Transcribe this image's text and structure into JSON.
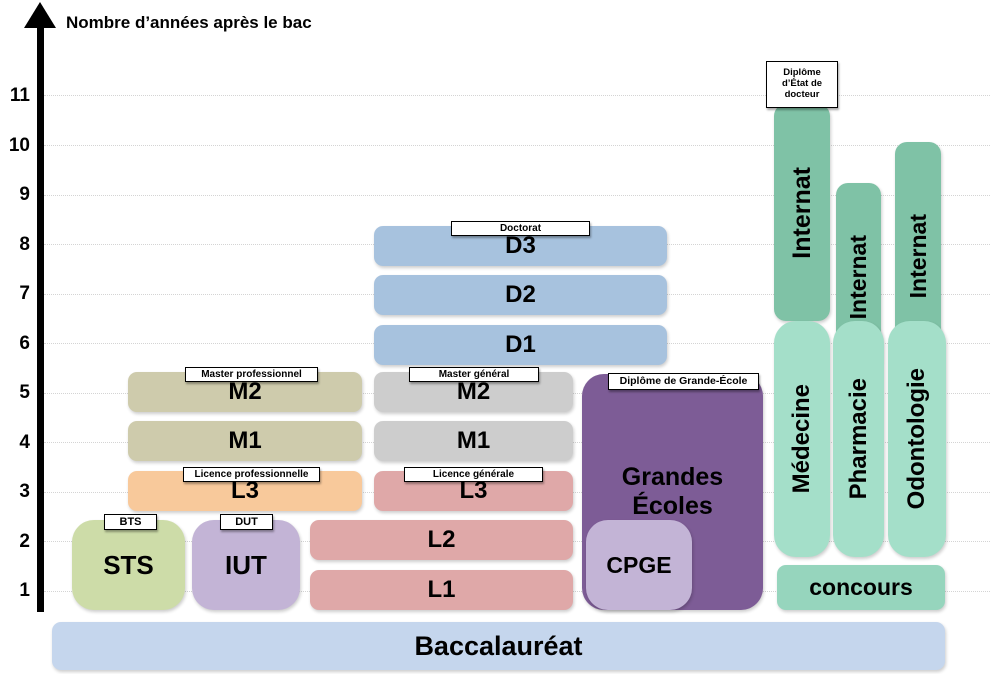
{
  "chart_data": {
    "type": "diagram",
    "title": "Nombre d’années après le bac",
    "ylabel": "Nombre d’années après le bac",
    "ytick_labels": [
      "11",
      "10",
      "9",
      "8",
      "7",
      "6",
      "5",
      "4",
      "3",
      "2",
      "1"
    ],
    "ylim": [
      0,
      11.6
    ],
    "grid": true,
    "legend": "none",
    "base": {
      "label": "Baccalauréat",
      "color": "#C5D6ED",
      "years": 0
    },
    "tracks": [
      {
        "name": "STS",
        "callout": "BTS",
        "boxes": [
          {
            "label": "STS",
            "color": "#CDDCA8",
            "from": 0,
            "to": 2
          }
        ]
      },
      {
        "name": "IUT",
        "callout": "DUT",
        "boxes": [
          {
            "label": "IUT",
            "color": "#C3B4D6",
            "from": 0,
            "to": 2
          }
        ]
      },
      {
        "name": "Licence professionnelle",
        "callout": "Licence professionnelle",
        "boxes": [
          {
            "label": "L3",
            "color": "#F8C99B",
            "from": 2,
            "to": 3
          }
        ]
      },
      {
        "name": "Master professionnel",
        "callout": "Master professionnel",
        "boxes": [
          {
            "label": "M1",
            "color": "#CECBAC",
            "from": 3,
            "to": 4
          },
          {
            "label": "M2",
            "color": "#CECBAC",
            "from": 4,
            "to": 5
          }
        ]
      },
      {
        "name": "Licence générale",
        "callout": "Licence générale",
        "boxes": [
          {
            "label": "L1",
            "color": "#DFA8A8",
            "from": 0,
            "to": 1
          },
          {
            "label": "L2",
            "color": "#DFA8A8",
            "from": 1,
            "to": 2
          },
          {
            "label": "L3",
            "color": "#DFA8A8",
            "from": 2,
            "to": 3
          }
        ]
      },
      {
        "name": "Master général",
        "callout": "Master général",
        "boxes": [
          {
            "label": "M1",
            "color": "#CDCDCD",
            "from": 3,
            "to": 4
          },
          {
            "label": "M2",
            "color": "#CDCDCD",
            "from": 4,
            "to": 5
          }
        ]
      },
      {
        "name": "Doctorat",
        "callout": "Doctorat",
        "boxes": [
          {
            "label": "D1",
            "color": "#A7C2DE",
            "from": 5,
            "to": 6
          },
          {
            "label": "D2",
            "color": "#A7C2DE",
            "from": 6,
            "to": 7
          },
          {
            "label": "D3",
            "color": "#A7C2DE",
            "from": 7,
            "to": 8
          }
        ]
      },
      {
        "name": "Grandes Écoles",
        "callout": "Diplôme de Grande-École",
        "boxes": [
          {
            "label": "Grandes Écoles",
            "color": "#7D5C96",
            "from": 0,
            "to": 5
          },
          {
            "label": "CPGE",
            "color": "#C3B4D6",
            "from": 0,
            "to": 2
          }
        ]
      },
      {
        "name": "Médecine",
        "callout": "Diplôme d’État de docteur",
        "boxes": [
          {
            "label": "concours",
            "color": "#96D5BD",
            "from": 0,
            "to": 1
          },
          {
            "label": "Médecine",
            "color": "#A4DFC9",
            "from": 1,
            "to": 6
          },
          {
            "label": "Internat",
            "color": "#7FC2A6",
            "from": 6,
            "to": 11.5
          }
        ]
      },
      {
        "name": "Pharmacie",
        "callout": "",
        "boxes": [
          {
            "label": "Pharmacie",
            "color": "#A4DFC9",
            "from": 1,
            "to": 6
          },
          {
            "label": "Internat",
            "color": "#7FC2A6",
            "from": 6,
            "to": 9
          }
        ]
      },
      {
        "name": "Odontologie",
        "callout": "",
        "boxes": [
          {
            "label": "Odontologie",
            "color": "#A4DFC9",
            "from": 1,
            "to": 6
          },
          {
            "label": "Internat",
            "color": "#7FC2A6",
            "from": 6,
            "to": 10
          }
        ]
      }
    ]
  },
  "axis": {
    "title": "Nombre d’années après le bac",
    "ticks": [
      "11",
      "10",
      "9",
      "8",
      "7",
      "6",
      "5",
      "4",
      "3",
      "2",
      "1"
    ]
  },
  "callouts": {
    "doctorat": "Doctorat",
    "master_pro": "Master professionnel",
    "master_gen": "Master général",
    "licence_pro": "Licence professionnelle",
    "licence_gen": "Licence générale",
    "bts": "BTS",
    "dut": "DUT",
    "grande_ecole": "Diplôme de Grande-École",
    "docteur": "Diplôme d’État de docteur"
  },
  "boxes": {
    "d3": "D3",
    "d2": "D2",
    "d1": "D1",
    "m2_pro": "M2",
    "m1_pro": "M1",
    "l3_pro": "L3",
    "m2_gen": "M2",
    "m1_gen": "M1",
    "l3_gen": "L3",
    "l2": "L2",
    "l1": "L1",
    "sts": "STS",
    "iut": "IUT",
    "grandes_ecoles": "Grandes",
    "grandes_ecoles2": "Écoles",
    "cpge": "CPGE",
    "internat_med": "Internat",
    "internat_pharma": "Internat",
    "internat_odonto": "Internat",
    "medecine": "Médecine",
    "pharmacie": "Pharmacie",
    "odontologie": "Odontologie",
    "concours": "concours",
    "baccalaureat": "Baccalauréat"
  },
  "colors": {
    "doctorat": "#A7C2DE",
    "master_pro": "#CECBAC",
    "master_gen": "#CDCDCD",
    "licence_pro": "#F8C99B",
    "licence_gen": "#DFA8A8",
    "sts": "#CDDCA8",
    "iut": "#C3B4D6",
    "grandes_ecoles": "#7D5C96",
    "cpge": "#C3B4D6",
    "sante_light": "#A4DFC9",
    "sante_dark": "#7FC2A6",
    "concours": "#96D5BD",
    "baccalaureat": "#C5D6ED"
  }
}
